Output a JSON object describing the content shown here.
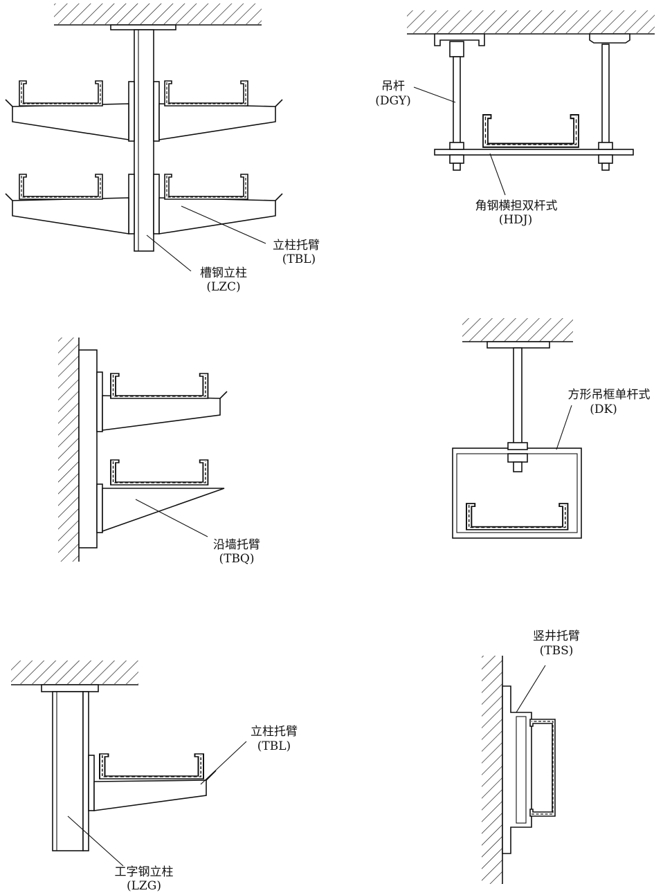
{
  "labels": {
    "tbl_top": {
      "cn": "立柱托臂",
      "code": "(TBL)"
    },
    "lzc": {
      "cn": "槽钢立柱",
      "code": "(LZC)"
    },
    "dgy": {
      "cn": "吊杆",
      "code": "(DGY)"
    },
    "hdj": {
      "cn": "角钢横担双杆式",
      "code": "(HDJ)"
    },
    "tbq": {
      "cn": "沿墙托臂",
      "code": "(TBQ)"
    },
    "dk": {
      "cn": "方形吊框单杆式",
      "code": "(DK)"
    },
    "tbl_bottom": {
      "cn": "立柱托臂",
      "code": "(TBL)"
    },
    "lzg": {
      "cn": "工字钢立柱",
      "code": "(LZG)"
    },
    "tbs": {
      "cn": "竖井托臂",
      "code": "(TBS)"
    }
  }
}
